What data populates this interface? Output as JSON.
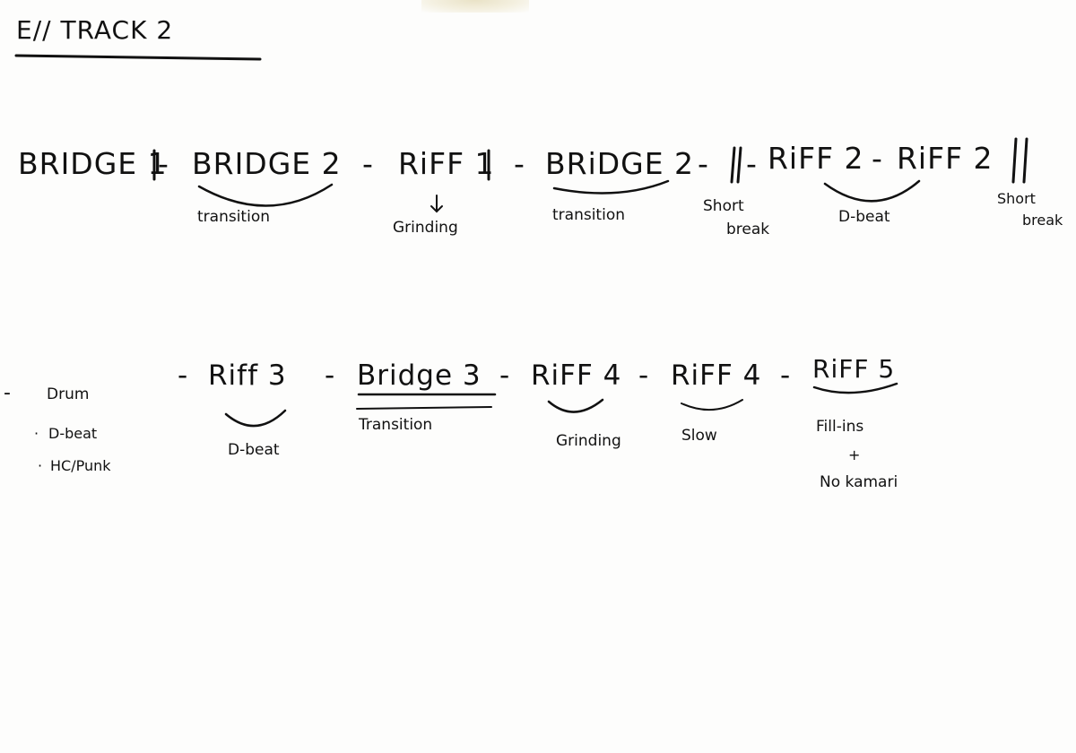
{
  "title": "E// TRACK 2",
  "row1": {
    "segments": [
      "BRIDGE 1",
      "BRIDGE 2",
      "RiFF 1",
      "BRiDGE 2",
      "RiFF 2",
      "RiFF 2"
    ],
    "separators": [
      "-",
      "-",
      "-",
      "-",
      "-",
      "-",
      "||",
      "||"
    ],
    "notes": [
      "transition",
      "Grinding",
      "transition",
      "Short",
      "break",
      "D-beat",
      "Short",
      "break"
    ]
  },
  "row2": {
    "drum": {
      "label": "Drum",
      "items": [
        "D-beat",
        "HC/Punk"
      ]
    },
    "segments": [
      "Riff 3",
      "Bridge 3",
      "RiFF 4",
      "RiFF 4",
      "RiFF 5"
    ],
    "separators": [
      "-",
      "-",
      "-",
      "-",
      "-",
      "-"
    ],
    "notes": [
      "D-beat",
      "Transition",
      "Grinding",
      "Slow",
      "Fill-ins",
      "+",
      "No kamari"
    ]
  }
}
